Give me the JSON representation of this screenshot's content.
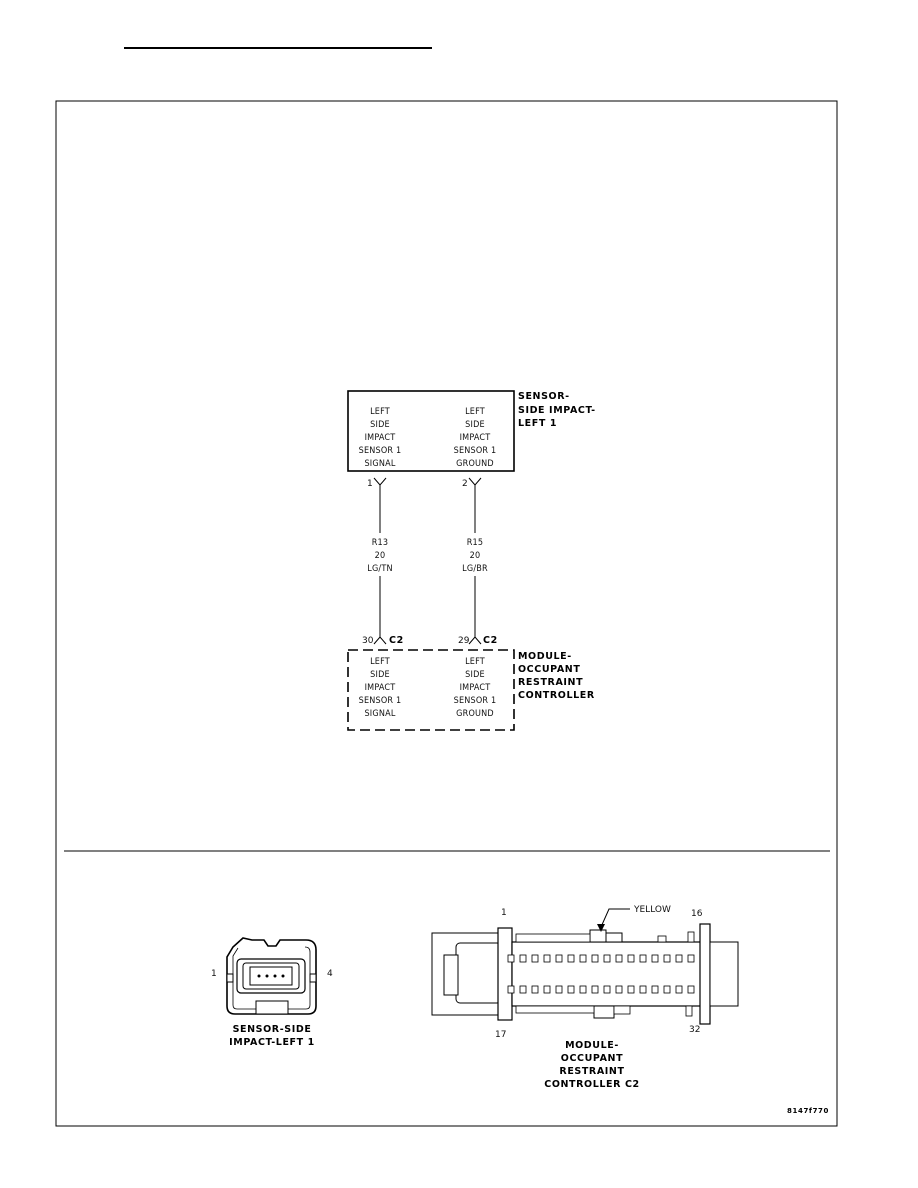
{
  "sensor_box": {
    "title_lines": [
      "SENSOR-",
      "SIDE IMPACT-",
      "LEFT 1"
    ],
    "pin_a": {
      "lines": [
        "LEFT",
        "SIDE",
        "IMPACT",
        "SENSOR 1",
        "SIGNAL"
      ],
      "pin": "1"
    },
    "pin_b": {
      "lines": [
        "LEFT",
        "SIDE",
        "IMPACT",
        "SENSOR 1",
        "GROUND"
      ],
      "pin": "2"
    }
  },
  "wires": [
    {
      "circuit": "R13",
      "gauge": "20",
      "color": "LG/TN"
    },
    {
      "circuit": "R15",
      "gauge": "20",
      "color": "LG/BR"
    }
  ],
  "module_box": {
    "title_lines": [
      "MODULE-",
      "OCCUPANT",
      "RESTRAINT",
      "CONTROLLER"
    ],
    "pin_a": {
      "lines": [
        "LEFT",
        "SIDE",
        "IMPACT",
        "SENSOR 1",
        "SIGNAL"
      ],
      "pin": "30",
      "conn": "C2"
    },
    "pin_b": {
      "lines": [
        "LEFT",
        "SIDE",
        "IMPACT",
        "SENSOR 1",
        "GROUND"
      ],
      "pin": "29",
      "conn": "C2"
    }
  },
  "connector_views": {
    "sensor": {
      "label_lines": [
        "SENSOR-SIDE",
        "IMPACT-LEFT 1"
      ],
      "pin_left": "1",
      "pin_right": "4"
    },
    "module": {
      "label_lines": [
        "MODULE-",
        "OCCUPANT",
        "RESTRAINT",
        "CONTROLLER C2"
      ],
      "pin_tl": "1",
      "pin_tr": "16",
      "pin_bl": "17",
      "pin_br": "32",
      "color_callout": "YELLOW"
    }
  },
  "figure_id": "8147f770"
}
